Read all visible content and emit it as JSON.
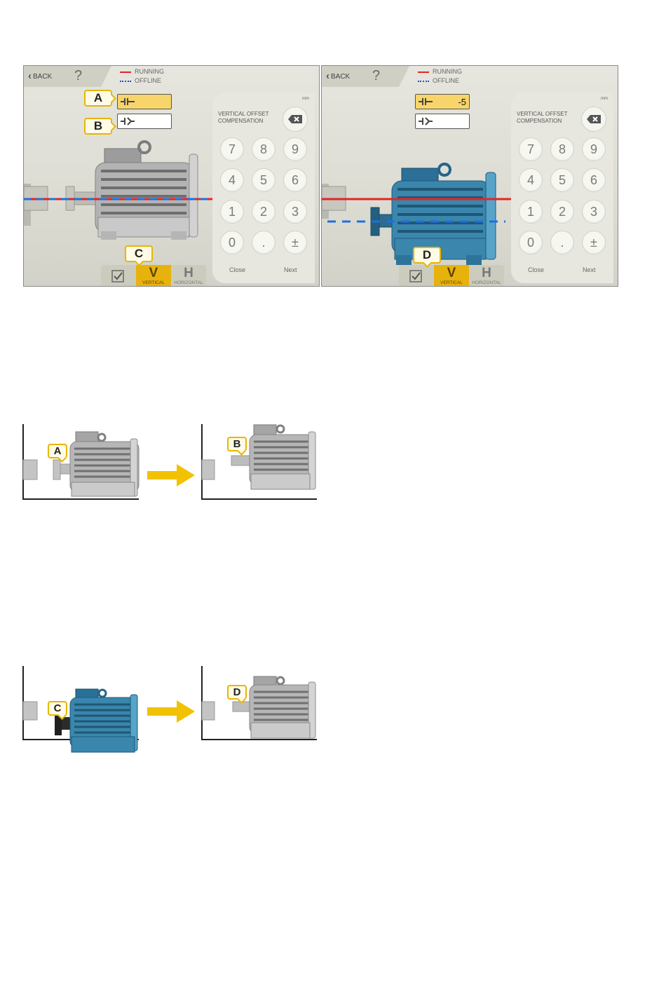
{
  "screens": [
    {
      "header": {
        "back_label": "BACK",
        "help_label": "?"
      },
      "legend": {
        "running": "RUNNING",
        "offline": "OFFLINE"
      },
      "fields": {
        "field_a_value": "",
        "field_b_value": ""
      },
      "callouts": {
        "a": "A",
        "b": "B",
        "c": "C"
      },
      "keypad": {
        "unit": "mm",
        "title": "VERTICAL OFFSET COMPENSATION",
        "keys": [
          "7",
          "8",
          "9",
          "4",
          "5",
          "6",
          "1",
          "2",
          "3",
          "0",
          ".",
          "±"
        ],
        "close_label": "Close",
        "next_label": "Next"
      },
      "modes": {
        "v_letter": "V",
        "v_label": "VERTICAL",
        "h_letter": "H",
        "h_label": "HORIZONTAL"
      }
    },
    {
      "header": {
        "back_label": "BACK",
        "help_label": "?"
      },
      "legend": {
        "running": "RUNNING",
        "offline": "OFFLINE"
      },
      "fields": {
        "field_a_value": "-5",
        "field_b_value": ""
      },
      "callouts": {
        "d": "D"
      },
      "keypad": {
        "unit": "mm",
        "title": "VERTICAL OFFSET COMPENSATION",
        "keys": [
          "7",
          "8",
          "9",
          "4",
          "5",
          "6",
          "1",
          "2",
          "3",
          "0",
          ".",
          "±"
        ],
        "close_label": "Close",
        "next_label": "Next"
      },
      "modes": {
        "v_letter": "V",
        "v_label": "VERTICAL",
        "h_letter": "H",
        "h_label": "HORIZONTAL"
      }
    }
  ],
  "illustrations": {
    "row1": {
      "left_callout": "A",
      "right_callout": "B"
    },
    "row2": {
      "left_callout": "C",
      "right_callout": "D"
    }
  },
  "colors": {
    "running_line": "#e12626",
    "offline_line": "#1f6fe0",
    "accent_yellow": "#f2c200",
    "motor_grey": "#a9a9a9",
    "motor_blue": "#2f7fa6"
  }
}
